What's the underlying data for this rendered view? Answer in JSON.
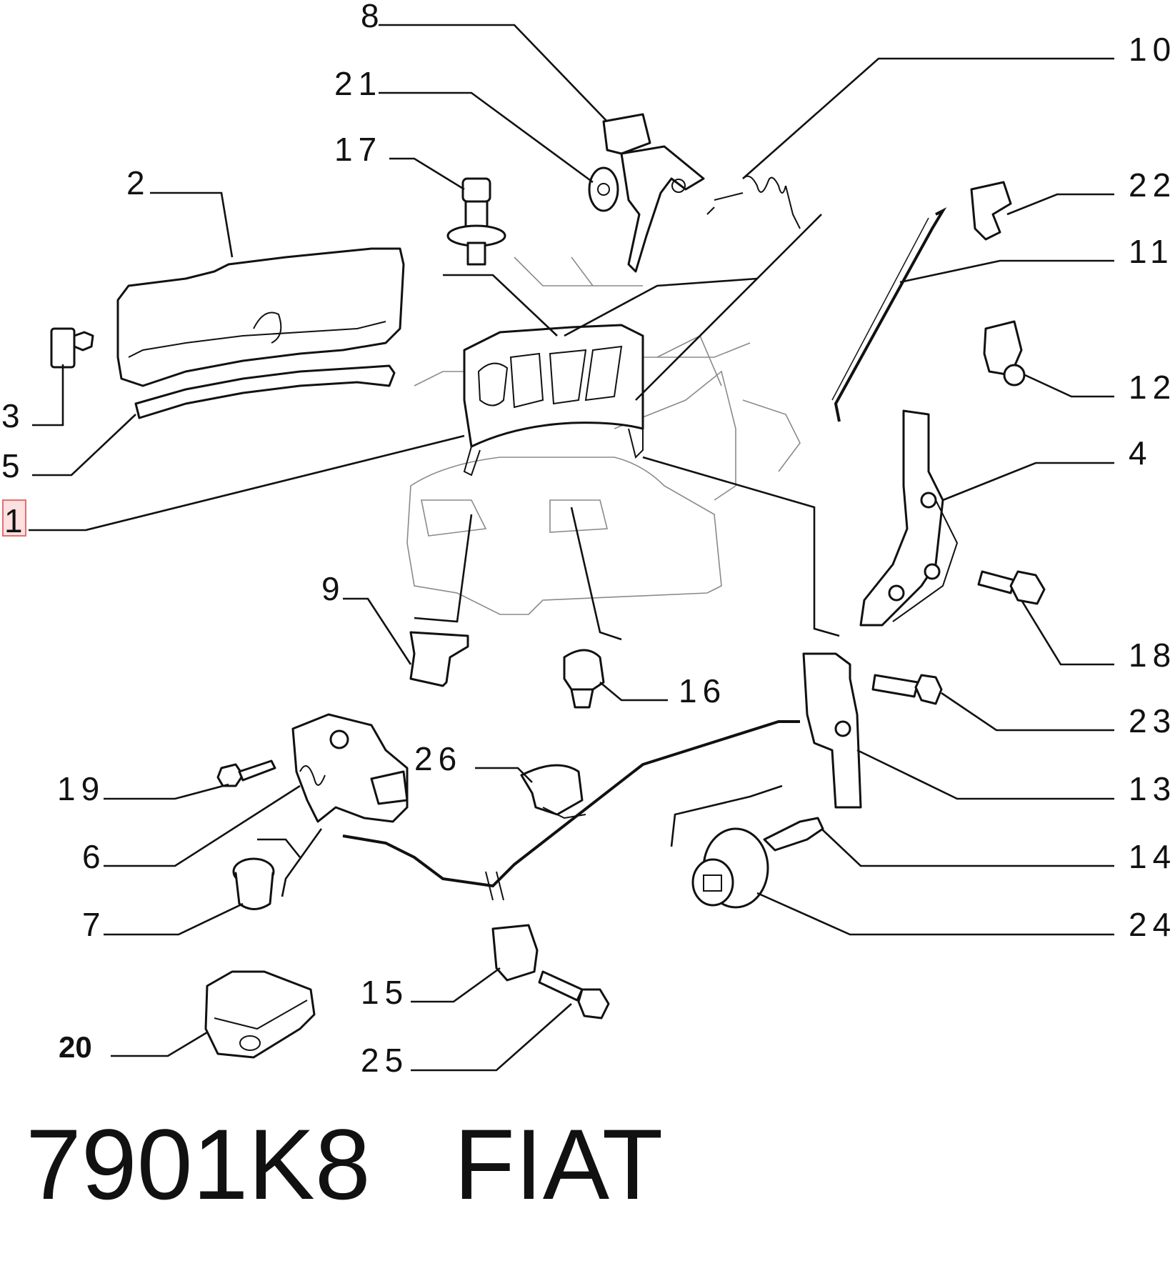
{
  "diagram": {
    "labels": {
      "p1": "1",
      "p2": "2",
      "p3": "3",
      "p4": "4",
      "p5": "5",
      "p6": "6",
      "p7": "7",
      "p8": "8",
      "p9": "9",
      "p10": "10",
      "p11": "11",
      "p12": "12",
      "p13": "13",
      "p14": "14",
      "p15": "15",
      "p16": "16",
      "p17": "17",
      "p18": "18",
      "p19": "19",
      "p20": "20",
      "p21": "21",
      "p22": "22",
      "p23": "23",
      "p24": "24",
      "p25": "25",
      "p26": "26"
    },
    "highlighted_label": "1"
  },
  "footer": {
    "part_code": "7901K8",
    "brand": "FIAT"
  }
}
